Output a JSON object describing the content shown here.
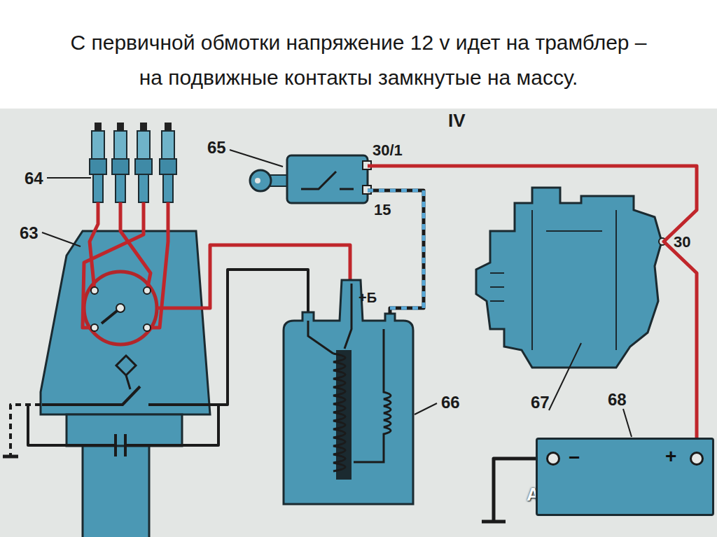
{
  "diagram": {
    "title": "С первичной обмотки напряжение 12 v идет на трамблер – на подвижные контакты замкнутые на массу.",
    "nodes": [
      {
        "text": [
          "−",
          "+"
        ]
      }
    ],
    "labels": [
      "IV",
      "64",
      "65",
      "30/1",
      "63",
      "15",
      "30",
      "+Б",
      "66",
      "67",
      "68",
      "Autolibrary.net"
    ]
  }
}
